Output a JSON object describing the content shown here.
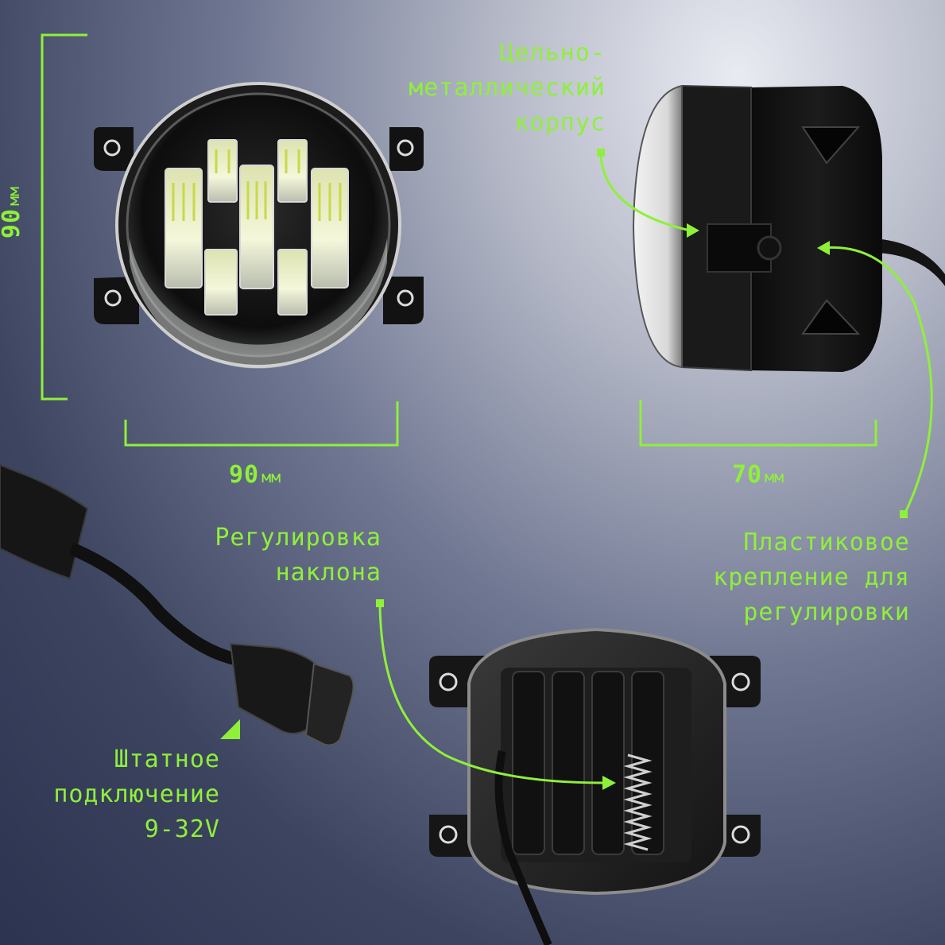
{
  "colors": {
    "accent": "#8ff03a",
    "housing": "#141414",
    "led": "#eef3c2"
  },
  "dimensions": {
    "height": {
      "value": "90",
      "unit": "мм"
    },
    "width": {
      "value": "90",
      "unit": "мм"
    },
    "depth": {
      "value": "70",
      "unit": "мм"
    }
  },
  "labels": {
    "housing": [
      "Цельно-",
      "металлический",
      "корпус"
    ],
    "mount": [
      "Пластиковое",
      "крепление для",
      "регулировки"
    ],
    "tilt": [
      "Регулировка",
      "наклона"
    ],
    "connector": [
      "Штатное",
      "подключение",
      "9-32V"
    ]
  }
}
